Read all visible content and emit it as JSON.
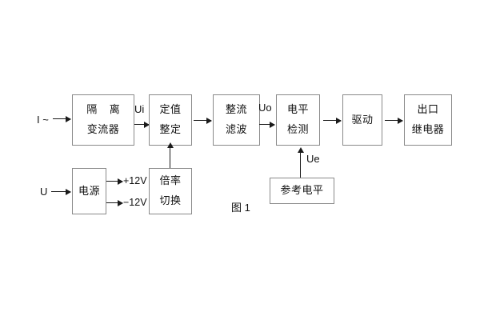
{
  "figure": {
    "caption": "图 1",
    "blocks": [
      {
        "id": "isolation-ct",
        "lines": [
          "隔 离",
          "变流器"
        ]
      },
      {
        "id": "setting",
        "lines": [
          "定值",
          "整定"
        ]
      },
      {
        "id": "rectifier-filter",
        "lines": [
          "整流",
          "滤波"
        ]
      },
      {
        "id": "level-detect",
        "lines": [
          "电平",
          "检测"
        ]
      },
      {
        "id": "driver",
        "lines": [
          "驱动"
        ]
      },
      {
        "id": "output-relay",
        "lines": [
          "出口",
          "继电器"
        ]
      },
      {
        "id": "power-supply",
        "lines": [
          "电源"
        ]
      },
      {
        "id": "multiplier-switch",
        "lines": [
          "倍率",
          "切换"
        ]
      },
      {
        "id": "reference-level",
        "lines": [
          "参考电平"
        ]
      }
    ],
    "signals": {
      "input_current": "I ~",
      "input_voltage": "U",
      "ui": "Ui",
      "uo": "Uo",
      "ue": "Ue",
      "rail_pos": "+12V",
      "rail_neg": "−12V"
    }
  }
}
